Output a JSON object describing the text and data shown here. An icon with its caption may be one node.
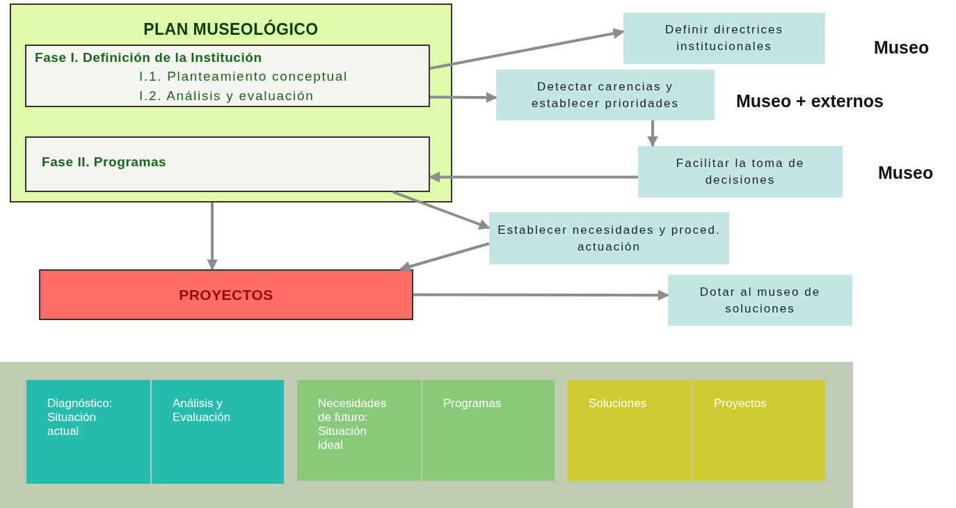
{
  "diagram": {
    "nodes": [
      {
        "text": [
          "PLAN MUSEOLÓGICO"
        ]
      },
      {
        "text": [
          "Fase I. Definición de la Institución",
          "I.1. Planteamiento conceptual",
          "I.2. Análisis y evaluación"
        ],
        "in": 0
      },
      {
        "text": [
          "Fase II. Programas"
        ],
        "in": 0
      },
      {
        "text": [
          "PROYECTOS"
        ]
      },
      {
        "text": [
          "Definir directrices institucionales"
        ]
      },
      {
        "text": [
          "Detectar carencias y establecer prioridades"
        ]
      },
      {
        "text": [
          "Facilitar la toma de decisiones"
        ]
      },
      {
        "text": [
          "Establecer necesidades y proced. actuación"
        ]
      },
      {
        "text": [
          "Dotar al museo de soluciones"
        ]
      },
      {
        "text": [],
        "shape": "box"
      },
      {
        "text": [
          "Diagnóstico: Situación actual"
        ],
        "in": 9
      },
      {
        "text": [
          "Análisis y Evaluación"
        ],
        "in": 9
      },
      {
        "text": [
          "Necesidades de futuro: Situación ideal"
        ],
        "in": 9
      },
      {
        "text": [
          "Programas"
        ],
        "in": 9
      },
      {
        "text": [
          "Soluciones"
        ],
        "in": 9
      },
      {
        "text": [
          "Proyectos"
        ],
        "in": 9
      }
    ],
    "edges": [
      {
        "from": 1,
        "to": 4,
        "arrow": "to"
      },
      {
        "from": 1,
        "to": 5,
        "arrow": "to"
      },
      {
        "from": 5,
        "to": 6,
        "arrow": "to"
      },
      {
        "from": 6,
        "to": 2,
        "arrow": "to"
      },
      {
        "from": 2,
        "to": 7,
        "arrow": "to"
      },
      {
        "from": 7,
        "to": 3,
        "arrow": "to"
      },
      {
        "from": 0,
        "to": 3,
        "arrow": "to"
      },
      {
        "from": 3,
        "to": 8,
        "arrow": "to"
      }
    ],
    "labels": [
      "Museo",
      "Museo + externos",
      "Museo"
    ]
  }
}
